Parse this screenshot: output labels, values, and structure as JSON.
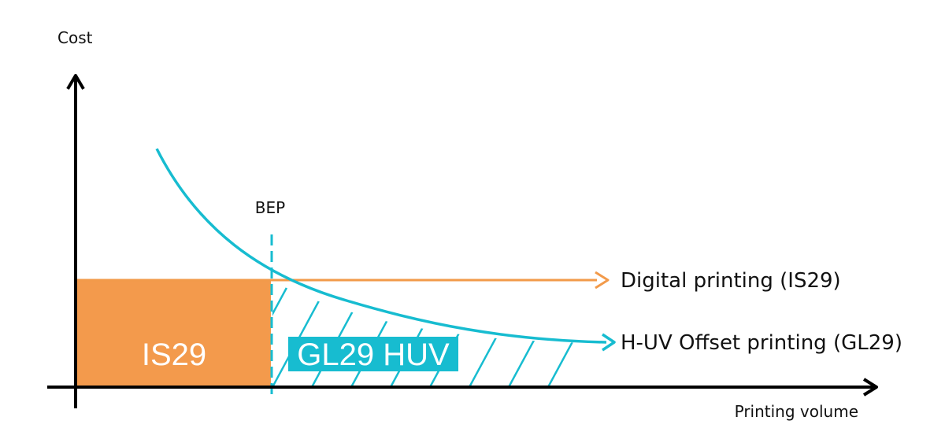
{
  "labels": {
    "y_axis": "Cost",
    "x_axis": "Printing volume",
    "bep": "BEP",
    "digital_series": "Digital printing (IS29)",
    "huv_series": "H-UV Offset printing (GL29)",
    "is29_region": "IS29",
    "gl29_region": "GL29 HUV"
  },
  "colors": {
    "axis": "#000000",
    "digital": "#F29A4A",
    "huv": "#17BCD0",
    "is29_fill": "#F39A4C",
    "region_text": "#ffffff"
  }
}
